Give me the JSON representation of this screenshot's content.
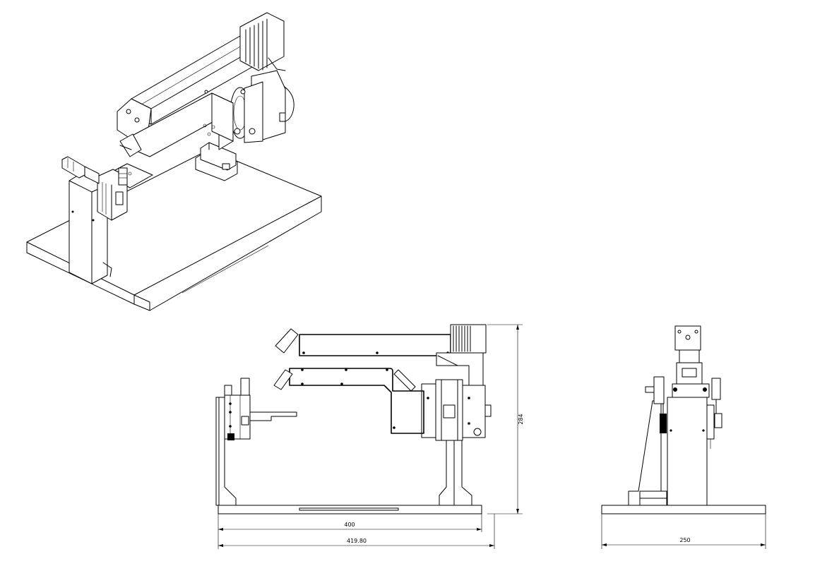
{
  "drawing": {
    "views": [
      "isometric-view",
      "front-view",
      "side-view"
    ],
    "dimensions": {
      "front_width": "400",
      "front_overall_width": "419.80",
      "front_height": "284",
      "side_width": "250"
    }
  }
}
